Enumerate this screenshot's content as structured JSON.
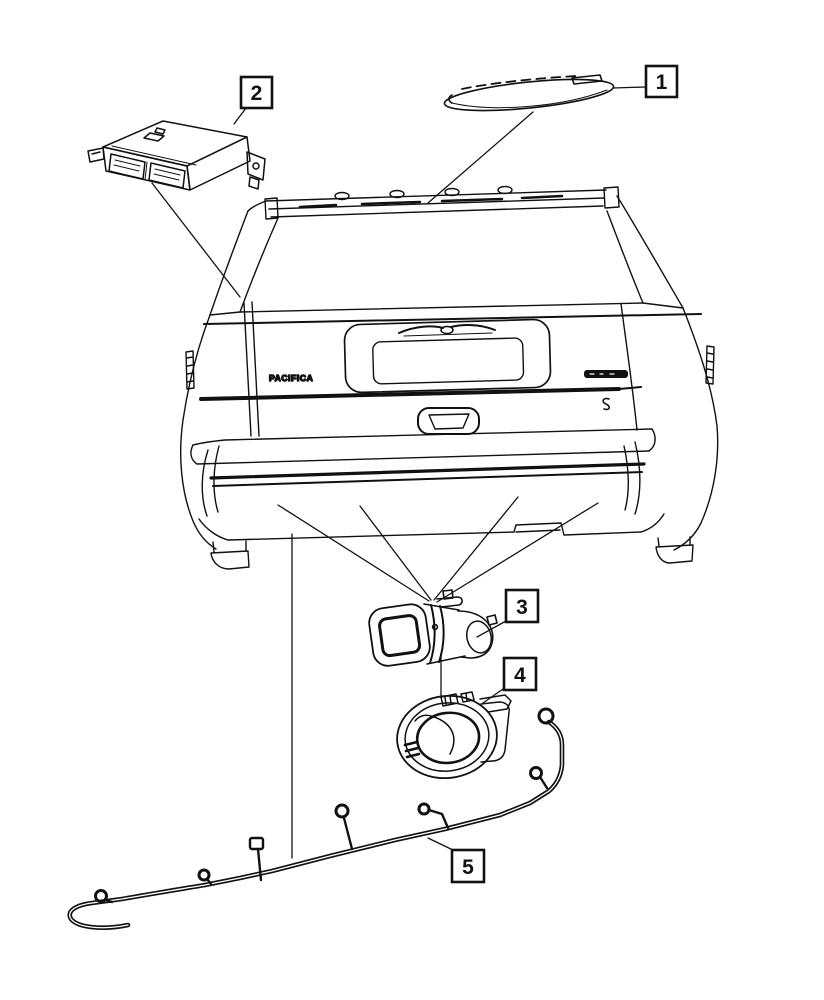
{
  "diagram": {
    "background_color": "#ffffff",
    "line_color": "#111111",
    "badge_text": "PACIFICA",
    "callouts": [
      {
        "number": "1"
      },
      {
        "number": "2"
      },
      {
        "number": "3"
      },
      {
        "number": "4"
      },
      {
        "number": "5"
      }
    ]
  }
}
